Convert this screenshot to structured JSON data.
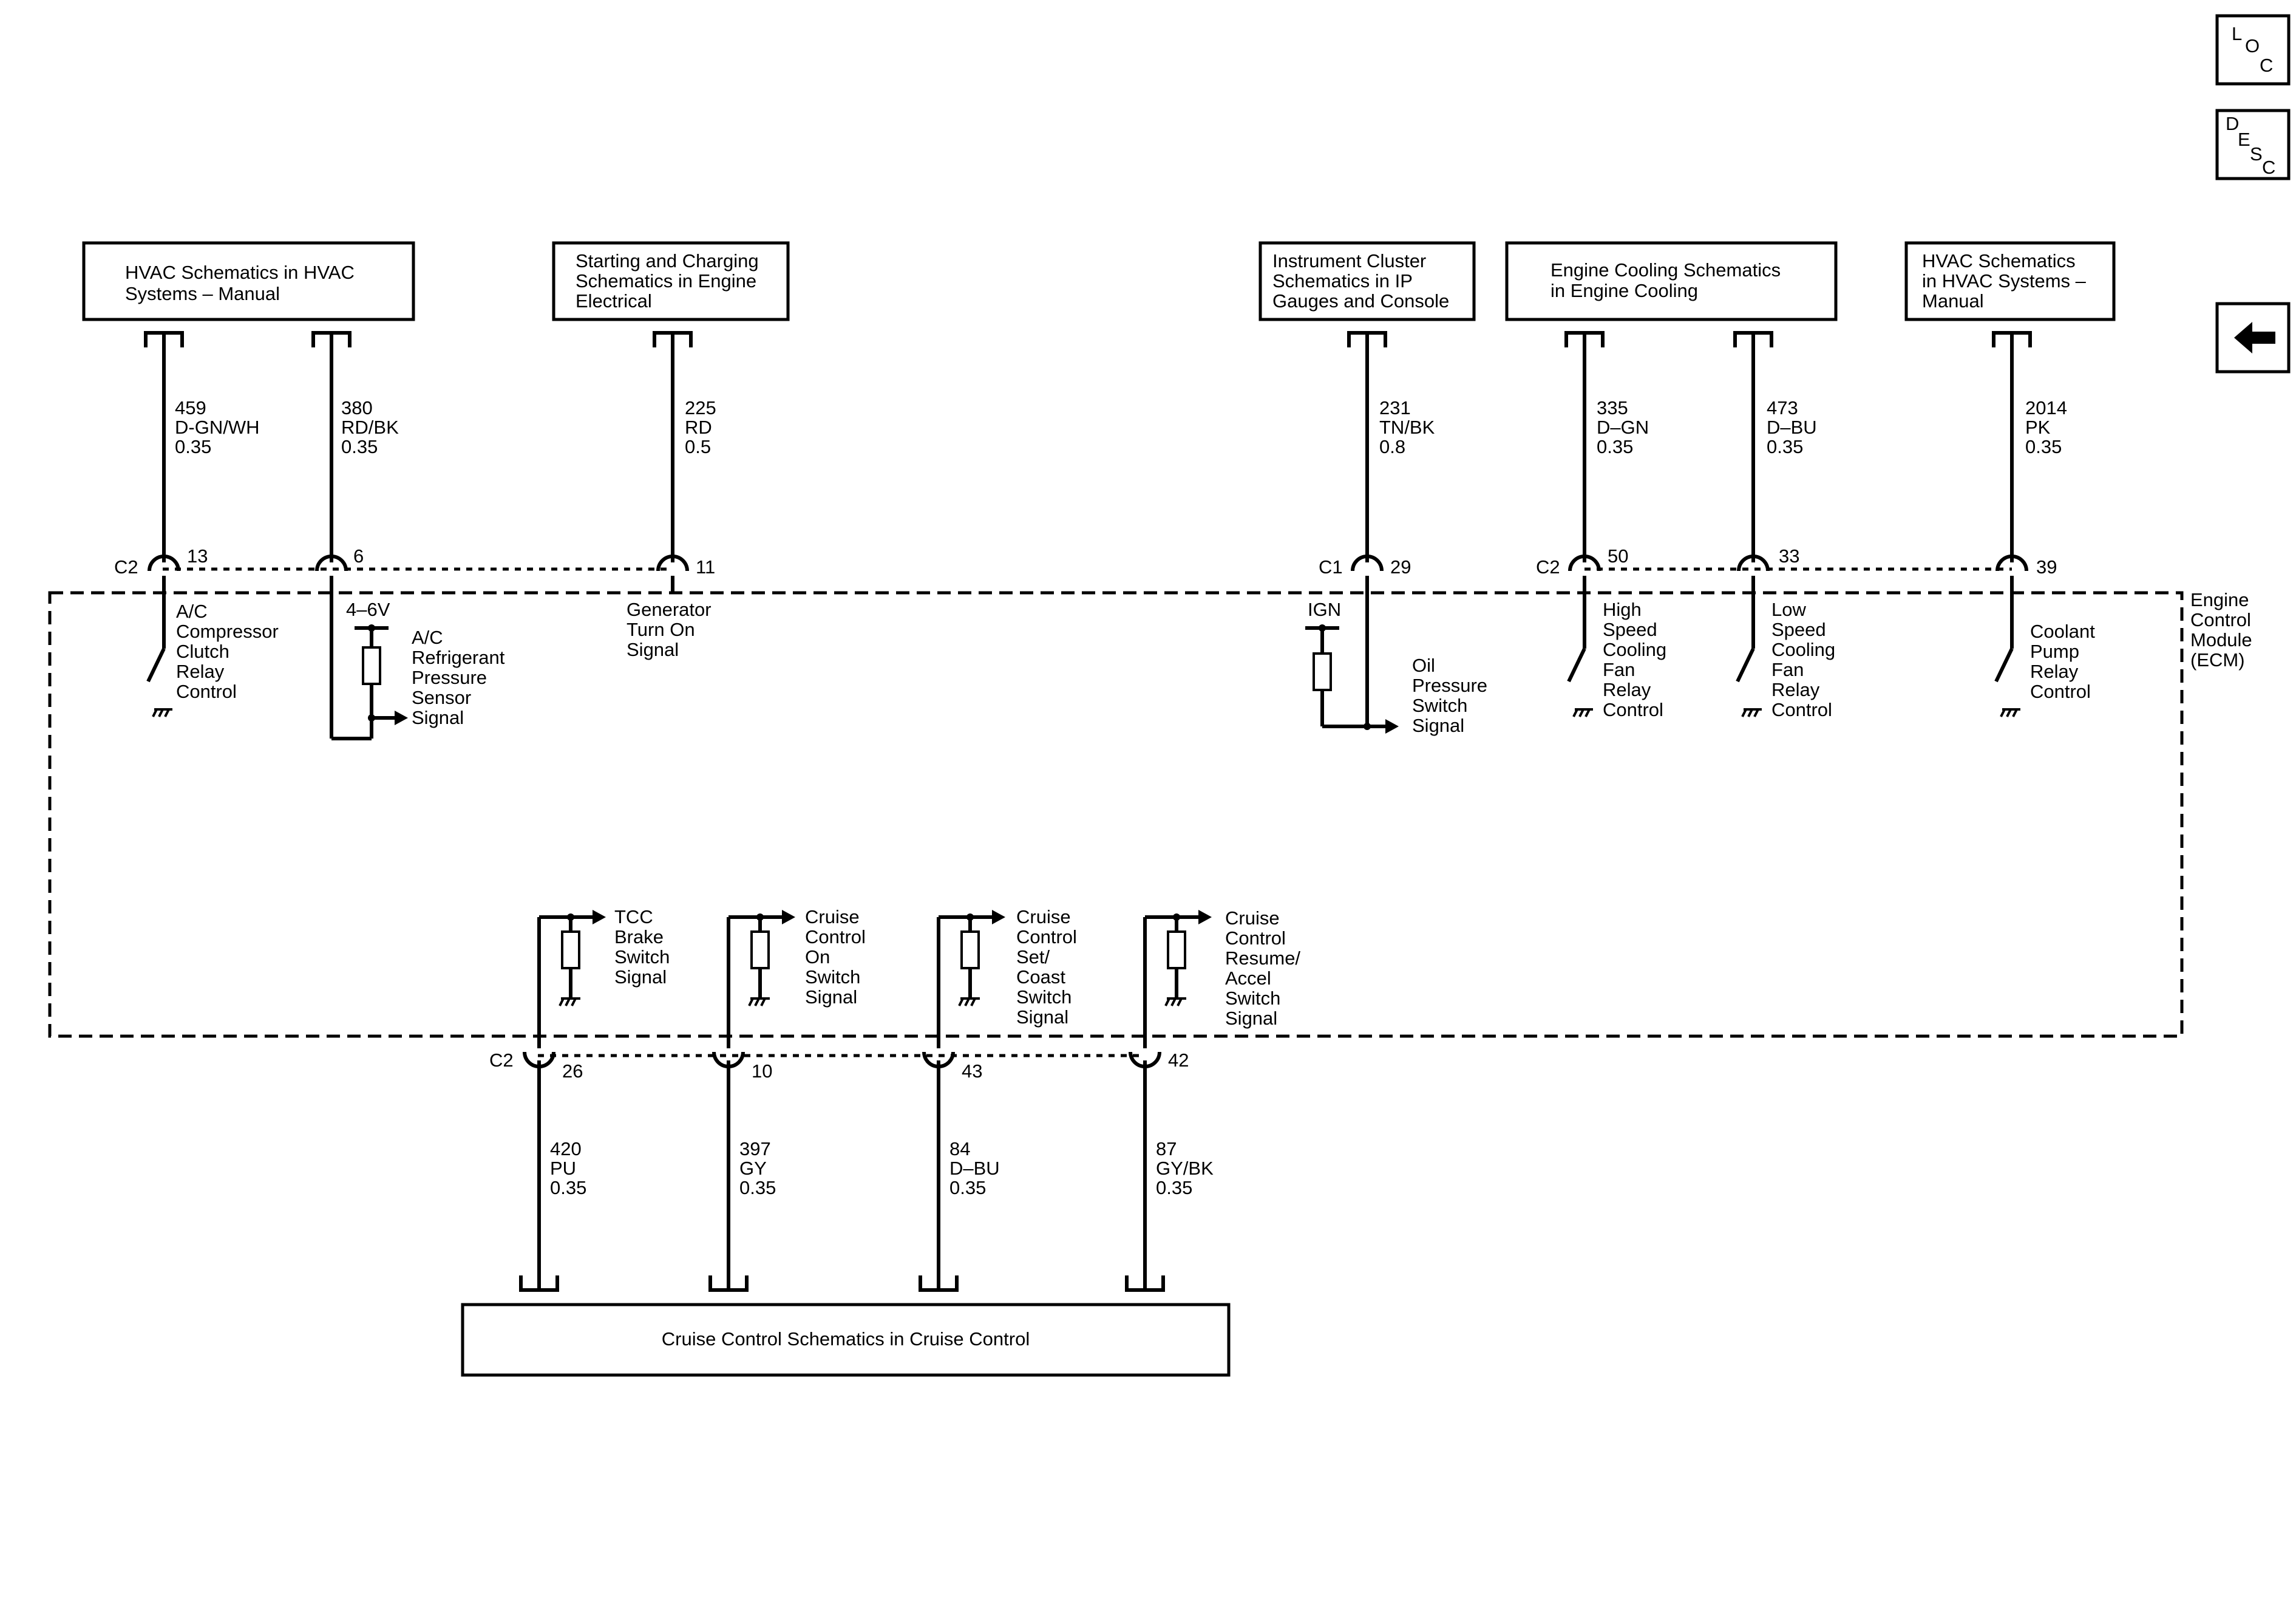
{
  "module_label": [
    "Engine",
    "Control",
    "Module",
    "(ECM)"
  ],
  "nav": {
    "loc": [
      "L",
      "O",
      "C"
    ],
    "desc": [
      "D",
      "E",
      "S",
      "C"
    ]
  },
  "top_boxes": [
    {
      "lines": [
        "HVAC Schematics in HVAC",
        "Systems – Manual"
      ]
    },
    {
      "lines": [
        "Starting and Charging",
        "Schematics in Engine",
        "Electrical"
      ]
    },
    {
      "lines": [
        "Instrument Cluster",
        "Schematics in IP",
        "Gauges and Console"
      ]
    },
    {
      "lines": [
        "Engine Cooling Schematics",
        "in Engine Cooling"
      ]
    },
    {
      "lines": [
        "HVAC Schematics",
        "in HVAC Systems –",
        "Manual"
      ]
    }
  ],
  "bottom_box": {
    "label": "Cruise Control Schematics in Cruise Control"
  },
  "top_wires": [
    {
      "circuit": "459",
      "color": "D-GN/WH",
      "size": "0.35",
      "connector": "C2",
      "pin": "13",
      "function": [
        "A/C",
        "Compressor",
        "Clutch",
        "Relay",
        "Control"
      ]
    },
    {
      "circuit": "380",
      "color": "RD/BK",
      "size": "0.35",
      "connector": "",
      "pin": "6",
      "voltage": "4–6V",
      "function": [
        "A/C",
        "Refrigerant",
        "Pressure",
        "Sensor",
        "Signal"
      ]
    },
    {
      "circuit": "225",
      "color": "RD",
      "size": "0.5",
      "connector": "",
      "pin": "11",
      "function": [
        "Generator",
        "Turn On",
        "Signal"
      ]
    },
    {
      "circuit": "231",
      "color": "TN/BK",
      "size": "0.8",
      "connector": "C1",
      "pin": "29",
      "ign": "IGN",
      "function": [
        "Oil",
        "Pressure",
        "Switch",
        "Signal"
      ]
    },
    {
      "circuit": "335",
      "color": "D–GN",
      "size": "0.35",
      "connector": "C2",
      "pin": "50",
      "function": [
        "High",
        "Speed",
        "Cooling",
        "Fan",
        "Relay",
        "Control"
      ]
    },
    {
      "circuit": "473",
      "color": "D–BU",
      "size": "0.35",
      "connector": "",
      "pin": "33",
      "function": [
        "Low",
        "Speed",
        "Cooling",
        "Fan",
        "Relay",
        "Control"
      ]
    },
    {
      "circuit": "2014",
      "color": "PK",
      "size": "0.35",
      "connector": "",
      "pin": "39",
      "function": [
        "Coolant",
        "Pump",
        "Relay",
        "Control"
      ]
    }
  ],
  "bottom_wires": [
    {
      "circuit": "420",
      "color": "PU",
      "size": "0.35",
      "connector": "C2",
      "pin": "26",
      "function": [
        "TCC",
        "Brake",
        "Switch",
        "Signal"
      ]
    },
    {
      "circuit": "397",
      "color": "GY",
      "size": "0.35",
      "connector": "",
      "pin": "10",
      "function": [
        "Cruise",
        "Control",
        "On",
        "Switch",
        "Signal"
      ]
    },
    {
      "circuit": "84",
      "color": "D–BU",
      "size": "0.35",
      "connector": "",
      "pin": "43",
      "function": [
        "Cruise",
        "Control",
        "Set/",
        "Coast",
        "Switch",
        "Signal"
      ]
    },
    {
      "circuit": "87",
      "color": "GY/BK",
      "size": "0.35",
      "connector": "",
      "pin": "42",
      "function": [
        "Cruise",
        "Control",
        "Resume/",
        "Accel",
        "Switch",
        "Signal"
      ]
    }
  ]
}
